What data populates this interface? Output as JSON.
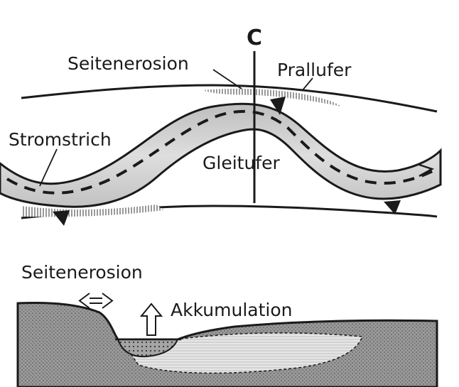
{
  "labels": {
    "section": "C",
    "side_erosion_top": "Seitenerosion",
    "cut_bank": "Prallufer",
    "thalweg": "Stromstrich",
    "slip_off_slope": "Gleitufer",
    "side_erosion_bottom": "Seitenerosion",
    "accumulation": "Akkumulation"
  },
  "colors": {
    "ink": "#1a1a1a",
    "river": "#cfcfcf",
    "bank_shade": "#9a9a9a",
    "ground": "#8a8a8a",
    "sediment": "#d9d9d9"
  }
}
